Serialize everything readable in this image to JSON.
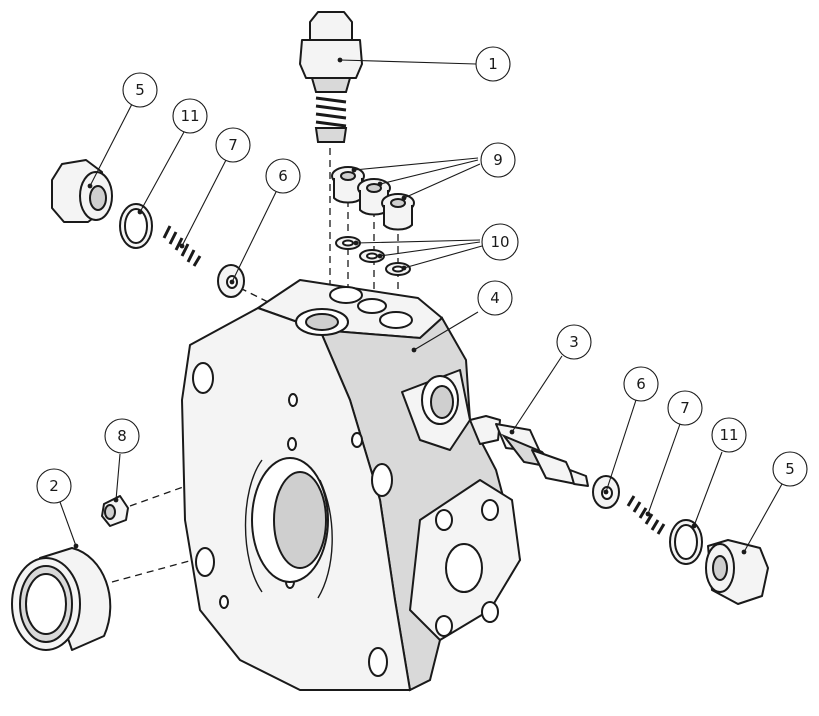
{
  "callouts": [
    {
      "id": "c1",
      "label": "1"
    },
    {
      "id": "c2",
      "label": "2"
    },
    {
      "id": "c3",
      "label": "3"
    },
    {
      "id": "c4",
      "label": "4"
    },
    {
      "id": "c5a",
      "label": "5"
    },
    {
      "id": "c5b",
      "label": "5"
    },
    {
      "id": "c6a",
      "label": "6"
    },
    {
      "id": "c6b",
      "label": "6"
    },
    {
      "id": "c7a",
      "label": "7"
    },
    {
      "id": "c7b",
      "label": "7"
    },
    {
      "id": "c8",
      "label": "8"
    },
    {
      "id": "c9",
      "label": "9"
    },
    {
      "id": "c10",
      "label": "10"
    },
    {
      "id": "c11a",
      "label": "11"
    },
    {
      "id": "c11b",
      "label": "11"
    }
  ]
}
